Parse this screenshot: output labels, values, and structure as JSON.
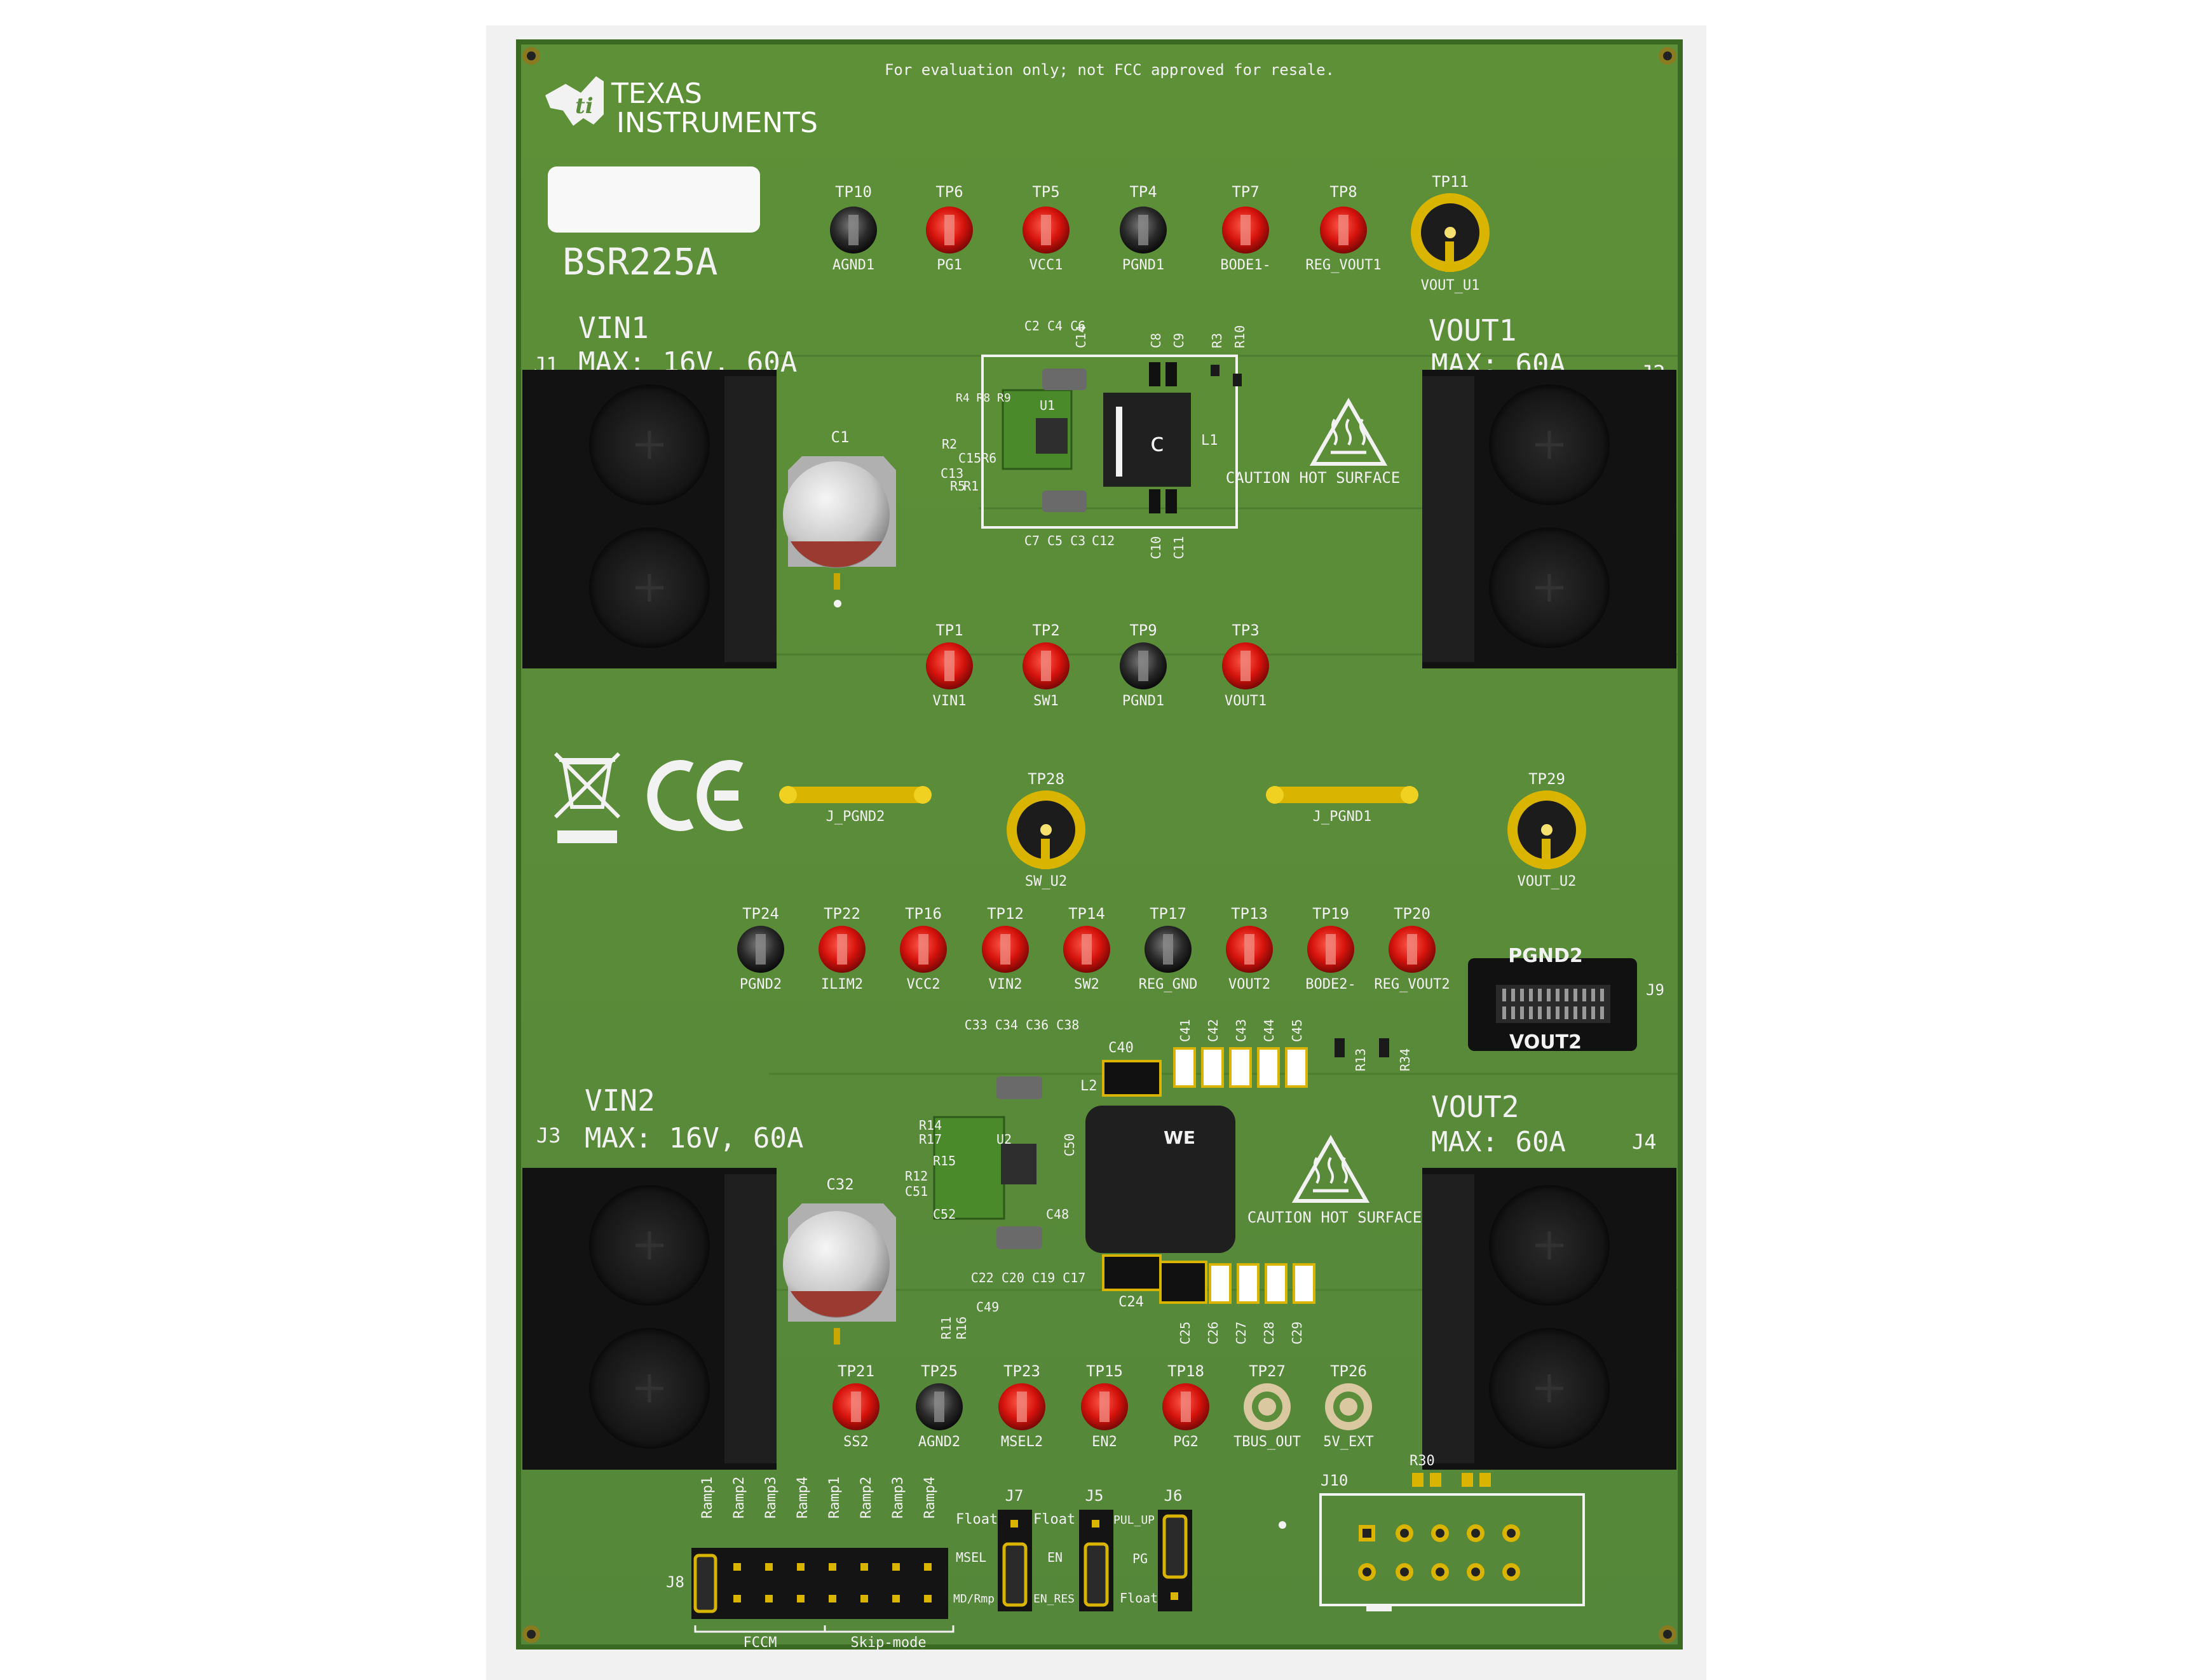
{
  "notice": "For evaluation only; not FCC approved for resale.",
  "brand": {
    "line1": "TEXAS",
    "line2": "INSTRUMENTS"
  },
  "board_id": "BSR225A",
  "power1": {
    "vin_title": "VIN1",
    "vin_rating": "MAX: 16V, 60A",
    "vout_title": "VOUT1",
    "vout_rating": "MAX: 60A",
    "conn_in": "J1",
    "conn_out": "J2"
  },
  "power2": {
    "vin_title": "VIN2",
    "vin_rating": "MAX: 16V, 60A",
    "vout_title": "VOUT2",
    "vout_rating": "MAX: 60A",
    "conn_in": "J3",
    "conn_out": "J4"
  },
  "caution": "CAUTION HOT SURFACE",
  "testpoints_row1": [
    {
      "ref": "TP10",
      "net": "AGND1",
      "color": "black"
    },
    {
      "ref": "TP6",
      "net": "PG1",
      "color": "red"
    },
    {
      "ref": "TP5",
      "net": "VCC1",
      "color": "red"
    },
    {
      "ref": "TP4",
      "net": "PGND1",
      "color": "black"
    },
    {
      "ref": "TP7",
      "net": "BODE1-",
      "color": "red"
    },
    {
      "ref": "TP8",
      "net": "REG_VOUT1",
      "color": "red"
    }
  ],
  "tp11": {
    "ref": "TP11",
    "net": "VOUT_U1"
  },
  "testpoints_row2": [
    {
      "ref": "TP1",
      "net": "VIN1",
      "color": "red"
    },
    {
      "ref": "TP2",
      "net": "SW1",
      "color": "red"
    },
    {
      "ref": "TP9",
      "net": "PGND1",
      "color": "black"
    },
    {
      "ref": "TP3",
      "net": "VOUT1",
      "color": "red"
    }
  ],
  "jumper_pgnd2": "J_PGND2",
  "jumper_pgnd1": "J_PGND1",
  "tp28": {
    "ref": "TP28",
    "net": "SW_U2"
  },
  "tp29": {
    "ref": "TP29",
    "net": "VOUT_U2"
  },
  "testpoints_row3": [
    {
      "ref": "TP24",
      "net": "PGND2",
      "color": "black"
    },
    {
      "ref": "TP22",
      "net": "ILIM2",
      "color": "red"
    },
    {
      "ref": "TP16",
      "net": "VCC2",
      "color": "red"
    },
    {
      "ref": "TP12",
      "net": "VIN2",
      "color": "red"
    },
    {
      "ref": "TP14",
      "net": "SW2",
      "color": "red"
    },
    {
      "ref": "TP17",
      "net": "REG_GND",
      "color": "black"
    },
    {
      "ref": "TP13",
      "net": "VOUT2",
      "color": "red"
    },
    {
      "ref": "TP19",
      "net": "BODE2-",
      "color": "red"
    },
    {
      "ref": "TP20",
      "net": "REG_VOUT2",
      "color": "red"
    }
  ],
  "j9": {
    "ref": "J9",
    "top": "PGND2",
    "bottom": "VOUT2"
  },
  "testpoints_row4": [
    {
      "ref": "TP21",
      "net": "SS2",
      "color": "red"
    },
    {
      "ref": "TP25",
      "net": "AGND2",
      "color": "black"
    },
    {
      "ref": "TP23",
      "net": "MSEL2",
      "color": "red"
    },
    {
      "ref": "TP15",
      "net": "EN2",
      "color": "red"
    },
    {
      "ref": "TP18",
      "net": "PG2",
      "color": "red"
    },
    {
      "ref": "TP27",
      "net": "TBUS_OUT",
      "color": "ring"
    },
    {
      "ref": "TP26",
      "net": "5V_EXT",
      "color": "ring"
    }
  ],
  "caps": {
    "c1": "C1",
    "c32": "C32"
  },
  "region1_labels": {
    "u1": "U1",
    "l1": "L1",
    "top_caps": "C2 C4 C6",
    "c14": "C14",
    "c8": "C8",
    "c9": "C9",
    "r3": "R3",
    "r10": "R10",
    "left_res": "R4 R8 R9",
    "r2": "R2",
    "c15r6": "C15R6",
    "c13": "C13",
    "r5": "R5",
    "r1": "R1",
    "bot_caps": "C7 C5 C3",
    "c12": "C12",
    "c10": "C10",
    "c11": "C11"
  },
  "region2_labels": {
    "u2": "U2",
    "l2": "L2",
    "top_caps": "C33 C34 C36 C38",
    "c40": "C40",
    "c41": "C41",
    "c42": "C42",
    "c43": "C43",
    "c44": "C44",
    "c45": "C45",
    "r13": "R13",
    "r34": "R34",
    "r14": "R14",
    "r17": "R17",
    "r15": "R15",
    "r12": "R12",
    "c51": "C51",
    "c52": "C52",
    "c50": "C50",
    "c48": "C48",
    "bot_caps": "C22 C20 C19 C17",
    "c49": "C49",
    "r11": "R11",
    "r16": "R16",
    "c24": "C24",
    "c25": "C25",
    "c26": "C26",
    "c27": "C27",
    "c28": "C28",
    "c29": "C29"
  },
  "j10": {
    "ref": "J10",
    "r30": "R30"
  },
  "j8": {
    "ref": "J8",
    "cols": [
      "Ramp1",
      "Ramp2",
      "Ramp3",
      "Ramp4",
      "Ramp1",
      "Ramp2",
      "Ramp3",
      "Ramp4"
    ],
    "group1": "FCCM",
    "group2": "Skip-mode"
  },
  "j7": {
    "ref": "J7",
    "top": "Float",
    "mid": "MSEL",
    "bot": "MD/Rmp"
  },
  "j5": {
    "ref": "J5",
    "top": "Float",
    "mid": "EN",
    "bot": "EN_RES"
  },
  "j6": {
    "ref": "J6",
    "top": "PUL_UP",
    "mid": "PG",
    "bot": "Float"
  },
  "colors": {
    "board": "#5b8d3a",
    "silk": "#f2f2f2",
    "tp_red": "#d4120c",
    "tp_black": "#2a2a2a",
    "gold": "#d9b400"
  }
}
